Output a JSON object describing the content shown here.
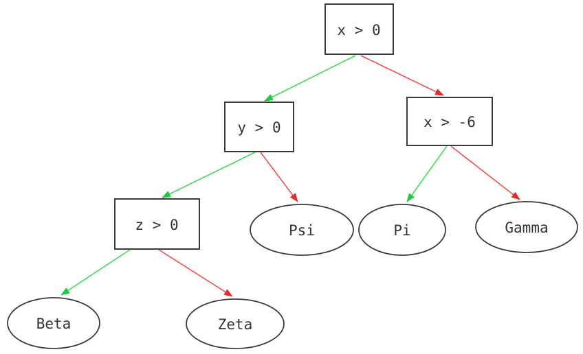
{
  "diagram": {
    "type": "decision-tree",
    "background": "#ffffff",
    "colors": {
      "edge_true": "#3ddf4e",
      "edge_false": "#f84b4b",
      "arrow_true": "#21c93f",
      "arrow_false": "#e32b2b",
      "node_border": "#3a3a3a",
      "node_text": "#333333"
    },
    "nodes": [
      {
        "id": "root",
        "label": "x > 0",
        "shape": "rect",
        "kind": "decision"
      },
      {
        "id": "y0",
        "label": "y > 0",
        "shape": "rect",
        "kind": "decision"
      },
      {
        "id": "xm6",
        "label": "x > -6",
        "shape": "rect",
        "kind": "decision"
      },
      {
        "id": "z0",
        "label": "z > 0",
        "shape": "rect",
        "kind": "decision"
      },
      {
        "id": "psi",
        "label": "Psi",
        "shape": "ellipse",
        "kind": "leaf"
      },
      {
        "id": "pi",
        "label": "Pi",
        "shape": "ellipse",
        "kind": "leaf"
      },
      {
        "id": "gamma",
        "label": "Gamma",
        "shape": "ellipse",
        "kind": "leaf"
      },
      {
        "id": "beta",
        "label": "Beta",
        "shape": "ellipse",
        "kind": "leaf"
      },
      {
        "id": "zeta",
        "label": "Zeta",
        "shape": "ellipse",
        "kind": "leaf"
      }
    ],
    "edges": [
      {
        "from": "x > 0",
        "to": "y > 0",
        "branch": "true",
        "color": "green"
      },
      {
        "from": "x > 0",
        "to": "x > -6",
        "branch": "false",
        "color": "red"
      },
      {
        "from": "y > 0",
        "to": "z > 0",
        "branch": "true",
        "color": "green"
      },
      {
        "from": "y > 0",
        "to": "Psi",
        "branch": "false",
        "color": "red"
      },
      {
        "from": "x > -6",
        "to": "Pi",
        "branch": "true",
        "color": "green"
      },
      {
        "from": "x > -6",
        "to": "Gamma",
        "branch": "false",
        "color": "red"
      },
      {
        "from": "z > 0",
        "to": "Beta",
        "branch": "true",
        "color": "green"
      },
      {
        "from": "z > 0",
        "to": "Zeta",
        "branch": "false",
        "color": "red"
      }
    ]
  }
}
